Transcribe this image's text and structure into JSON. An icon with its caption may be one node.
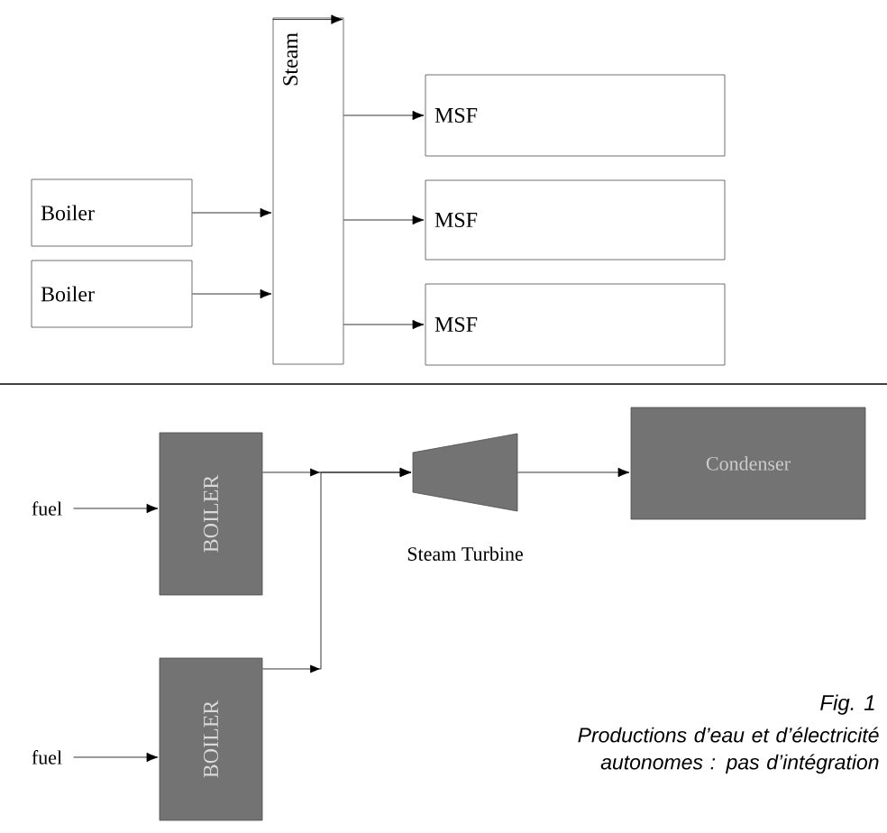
{
  "diagram": {
    "caption": "Productions d’eau et d’électricité autonomes : pas d’intégration",
    "nodes": [
      {
        "text": [
          "Boiler"
        ]
      },
      {
        "text": [
          "Boiler"
        ]
      },
      {
        "text": [
          "Steam"
        ]
      },
      {
        "text": [
          "MSF"
        ]
      },
      {
        "text": [
          "MSF"
        ]
      },
      {
        "text": [
          "MSF"
        ]
      },
      {
        "text": [
          "fuel"
        ]
      },
      {
        "text": [
          "BOILER"
        ]
      },
      {
        "text": [
          "fuel"
        ]
      },
      {
        "text": [
          "BOILER"
        ]
      },
      {
        "text": [
          "Steam Turbine"
        ]
      },
      {
        "text": [
          "Condenser"
        ]
      }
    ],
    "edges": [
      {
        "from": 0,
        "to": 2,
        "arrow": "to"
      },
      {
        "from": 1,
        "to": 2,
        "arrow": "to"
      },
      {
        "from": 2,
        "to": 3,
        "arrow": "to"
      },
      {
        "from": 2,
        "to": 4,
        "arrow": "to"
      },
      {
        "from": 2,
        "to": 5,
        "arrow": "to"
      },
      {
        "from": 6,
        "to": 7,
        "arrow": "to"
      },
      {
        "from": 8,
        "to": 9,
        "arrow": "to"
      },
      {
        "from": 7,
        "to": 10,
        "arrow": "to"
      },
      {
        "from": 9,
        "to": 10,
        "arrow": "to"
      },
      {
        "from": 10,
        "to": 11,
        "arrow": "to"
      }
    ],
    "labels": [
      "Fig. 1"
    ]
  }
}
